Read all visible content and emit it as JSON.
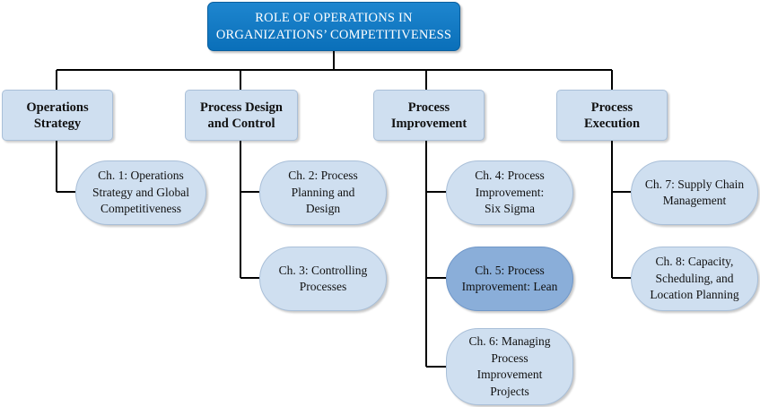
{
  "root": {
    "title": "ROLE OF OPERATIONS IN\nORGANIZATIONS’ COMPETITIVENESS"
  },
  "categories": [
    {
      "label": "Operations\nStrategy"
    },
    {
      "label": "Process Design\nand Control"
    },
    {
      "label": "Process\nImprovement"
    },
    {
      "label": "Process\nExecution"
    }
  ],
  "chapters": [
    {
      "label": "Ch. 1: Operations\nStrategy and Global\nCompetitiveness"
    },
    {
      "label": "Ch. 2: Process\nPlanning and\nDesign"
    },
    {
      "label": "Ch. 3: Controlling\nProcesses"
    },
    {
      "label": "Ch. 4: Process\nImprovement:\nSix Sigma"
    },
    {
      "label": "Ch. 5: Process\nImprovement: Lean",
      "highlighted": true
    },
    {
      "label": "Ch. 6: Managing\nProcess\nImprovement\nProjects"
    },
    {
      "label": "Ch. 7: Supply Chain\nManagement"
    },
    {
      "label": "Ch. 8: Capacity,\nScheduling, and\nLocation Planning"
    }
  ],
  "colors": {
    "root_fill": "#0a77c4",
    "node_fill": "#cfdff0",
    "highlight_fill": "#8aaed9",
    "connector": "#000000"
  }
}
